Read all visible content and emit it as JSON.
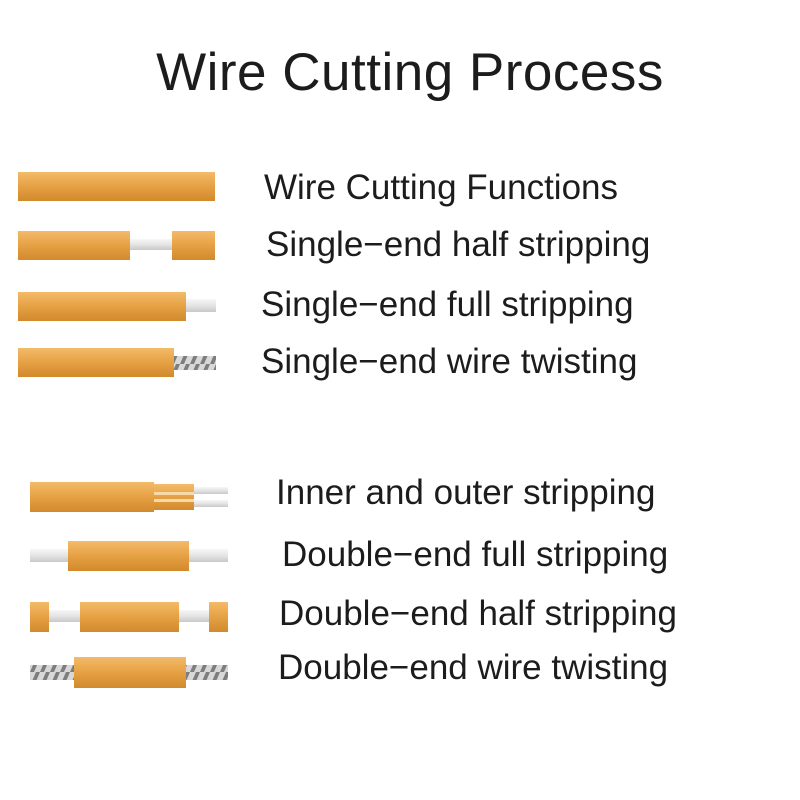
{
  "title": "Wire Cutting Process",
  "colors": {
    "insulation": "#e8a347",
    "insulation_dark": "#d18a2c",
    "conductor": "#e9e9e9",
    "twisted": "#9a9a9a"
  },
  "processes": [
    {
      "label": "Wire Cutting Functions",
      "icon": "full-insulated-wire-icon"
    },
    {
      "label": "Single−end half stripping",
      "icon": "single-end-half-strip-icon"
    },
    {
      "label": "Single−end full stripping",
      "icon": "single-end-full-strip-icon"
    },
    {
      "label": "Single−end wire twisting",
      "icon": "single-end-twist-icon"
    },
    {
      "label": "Inner and outer stripping",
      "icon": "inner-outer-strip-icon"
    },
    {
      "label": "Double−end full stripping",
      "icon": "double-end-full-strip-icon"
    },
    {
      "label": "Double−end half stripping",
      "icon": "double-end-half-strip-icon"
    },
    {
      "label": "Double−end wire twisting",
      "icon": "double-end-twist-icon"
    }
  ]
}
